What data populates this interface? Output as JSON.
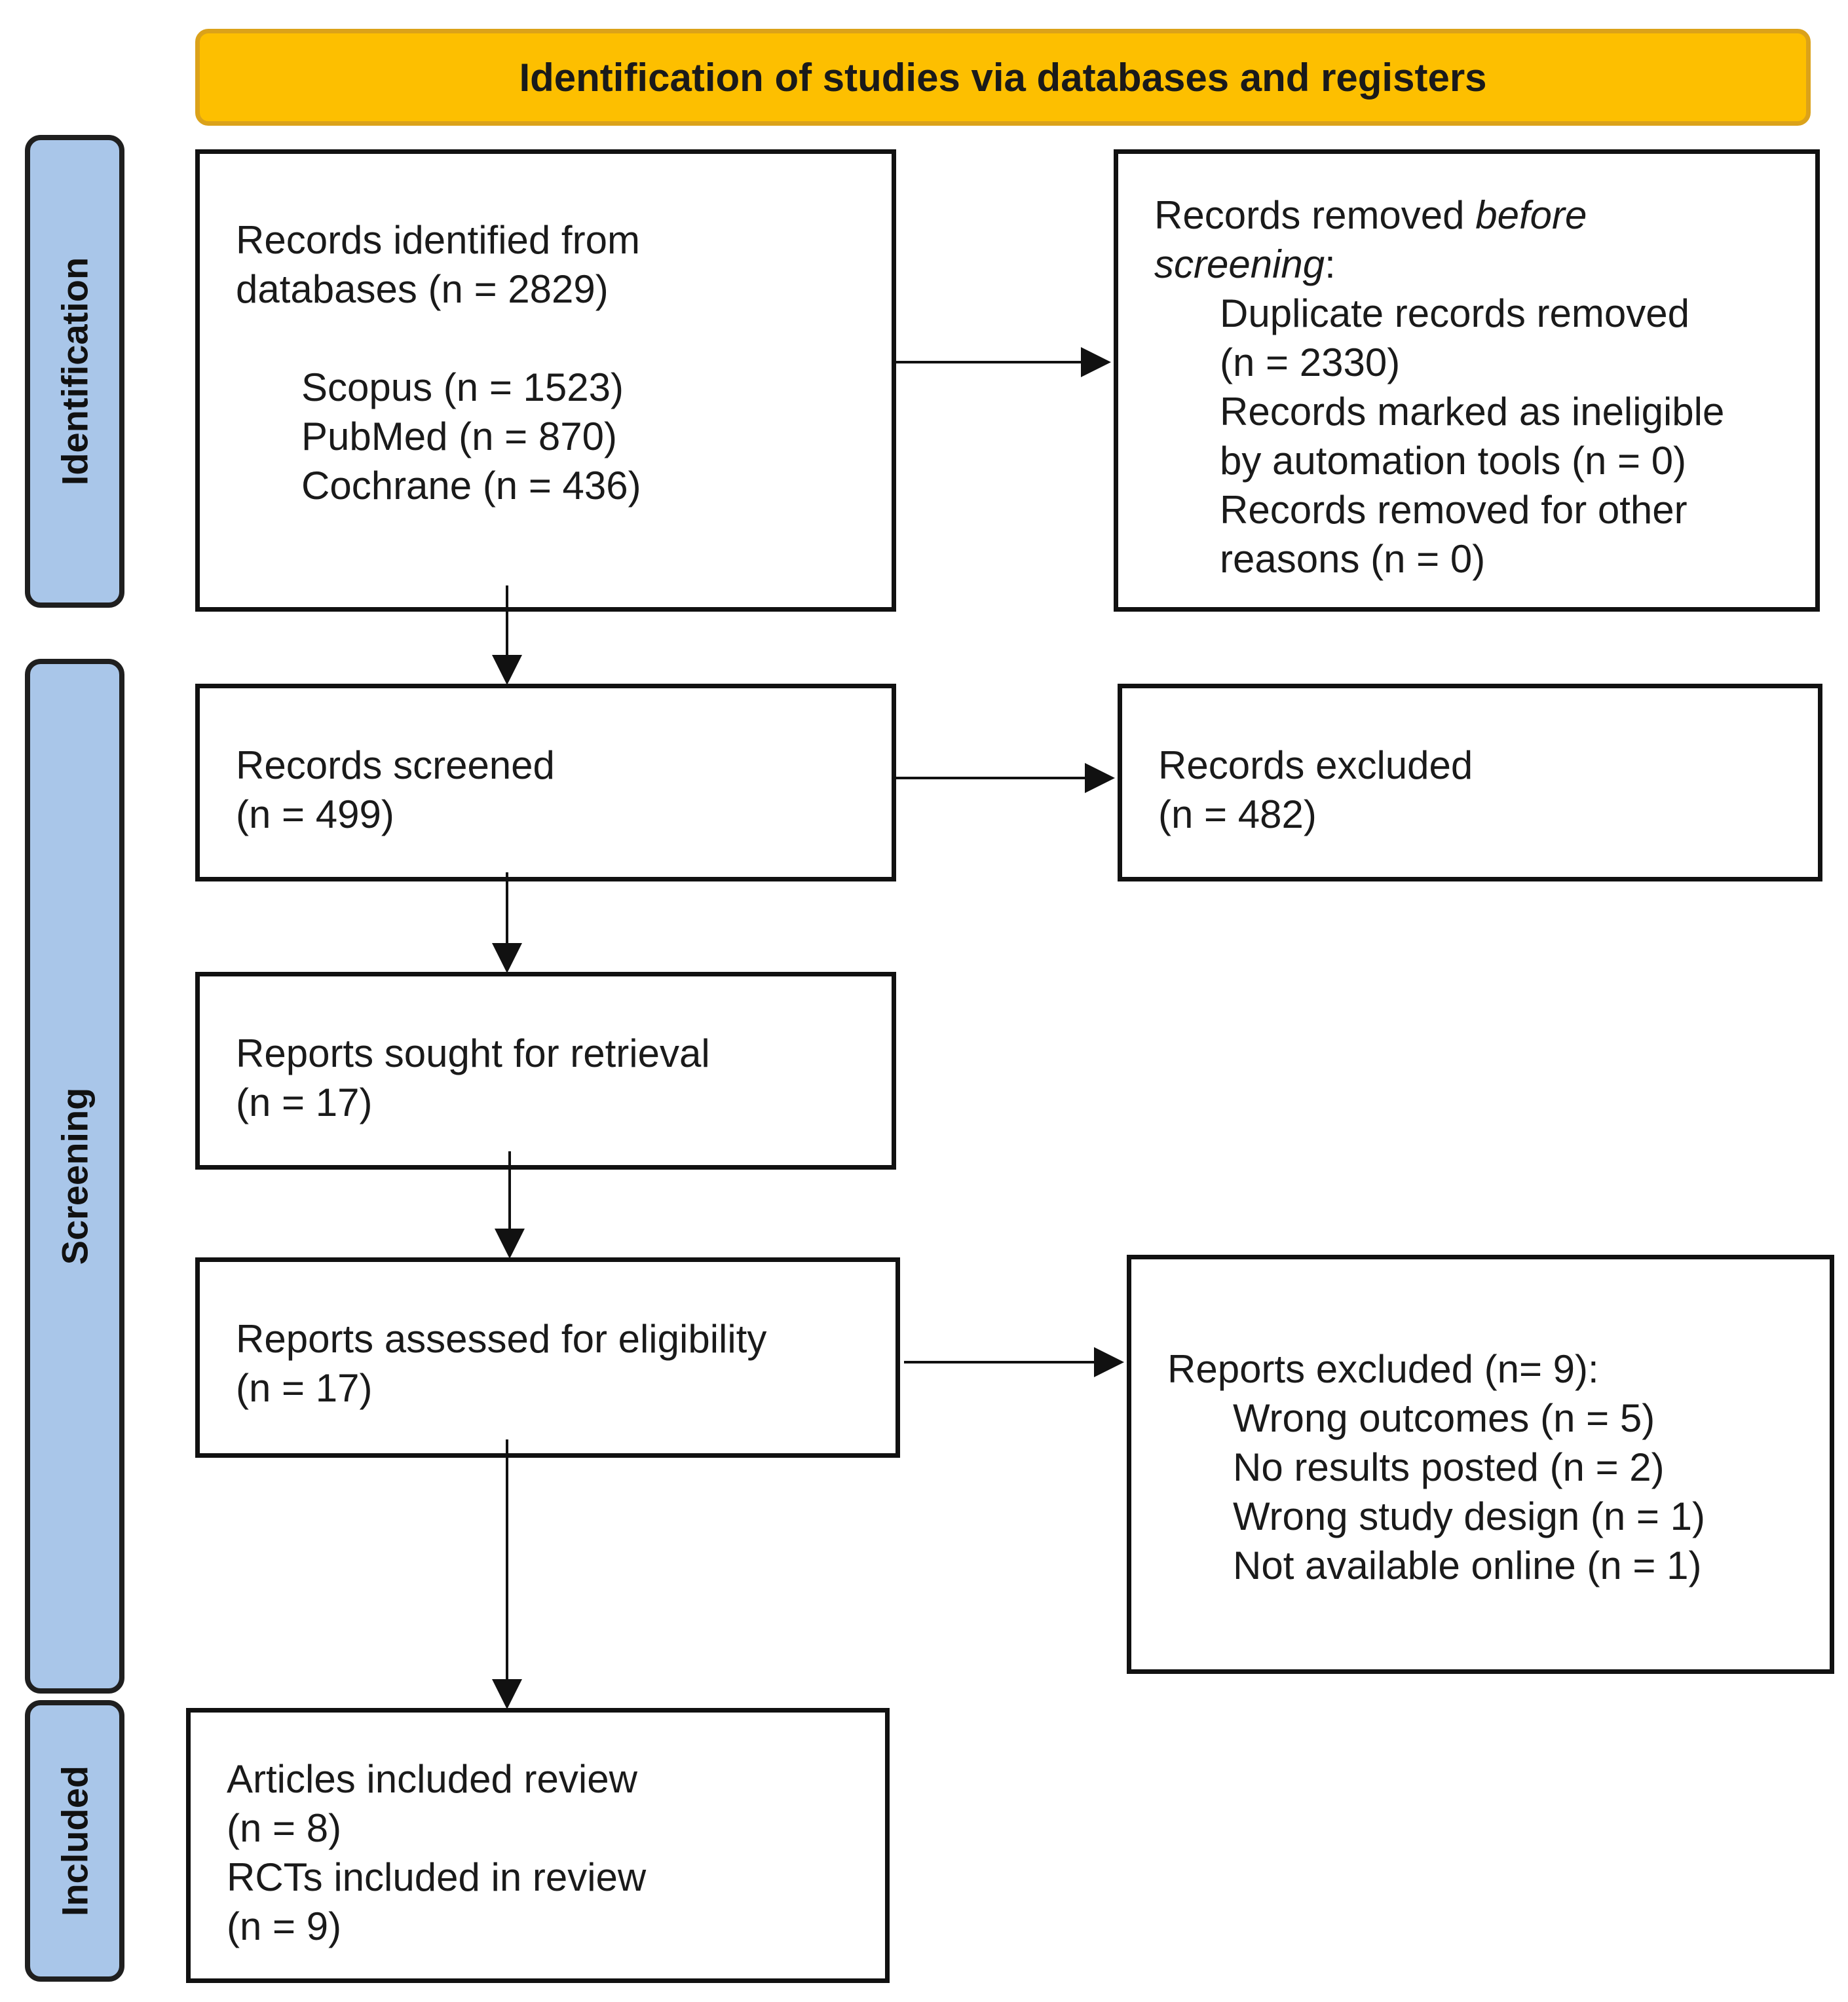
{
  "header": {
    "title": "Identification of studies via databases and registers"
  },
  "stages": {
    "identification": "Identification",
    "screening": "Screening",
    "included": "Included"
  },
  "boxes": {
    "records_identified": {
      "line1": "Records identified from",
      "line2": "databases (n = 2829)",
      "scopus": "Scopus (n = 1523)",
      "pubmed": "PubMed (n = 870)",
      "cochrane": "Cochrane (n = 436)"
    },
    "records_removed": {
      "line1_a": "Records removed ",
      "line1_b": "before",
      "line2_a": "screening",
      "line2_b": ":",
      "dup1": "Duplicate records removed",
      "dup2": "(n = 2330)",
      "inel1": "Records marked as ineligible",
      "inel2": "by automation tools (n = 0)",
      "other1": "Records removed for other",
      "other2": "reasons (n = 0)"
    },
    "records_screened": {
      "line1": "Records screened",
      "line2": "(n = 499)"
    },
    "records_excluded": {
      "line1": "Records excluded",
      "line2": "(n = 482)"
    },
    "reports_sought": {
      "line1": "Reports sought for retrieval",
      "line2": "(n = 17)"
    },
    "reports_assessed": {
      "line1": "Reports assessed for eligibility",
      "line2": "(n = 17)"
    },
    "reports_excluded": {
      "line1": "Reports excluded (n= 9):",
      "r1": "Wrong outcomes (n = 5)",
      "r2": "No results posted (n = 2)",
      "r3": "Wrong study design (n = 1)",
      "r4": "Not available online (n = 1)"
    },
    "included": {
      "line1": "Articles included review",
      "line2": "(n = 8)",
      "line3": "RCTs included in review",
      "line4": "(n = 9)"
    }
  }
}
